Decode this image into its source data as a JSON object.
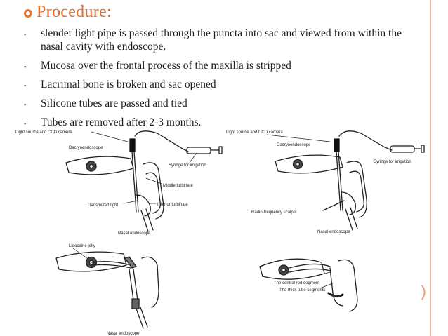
{
  "slide": {
    "heading": "Procedure:",
    "bullets": [
      "slender light pipe is passed through the puncta into sac and viewed from within the nasal cavity with endoscope.",
      "Mucosa over the frontal process of the maxilla is stripped",
      "Lacrimal bone is broken and sac opened",
      "Silicone tubes are passed and tied",
      "Tubes are removed after 2-3 months."
    ],
    "bullet_glyph": "▪",
    "accent_color": "#e36c2a",
    "rule_color": "#f1b9a8"
  },
  "figure": {
    "panel1": {
      "light_source": "Light source and CCD camera",
      "dacryoendoscope": "Dacryoendoscope",
      "syringe": "Syringe for irrigation",
      "middle_turbinate": "Middle turbinate",
      "transmitted_light": "Transmitted light",
      "inferior_turbinate": "Inferior turbinate",
      "nasal_endoscope": "Nasal endoscope"
    },
    "panel2": {
      "light_source": "Light source and CCD camera",
      "dacryoendoscope": "Dacryoendoscope",
      "syringe": "Syringe for irrigation",
      "radio_scalpel": "Radio-frequency scalpel",
      "nasal_endoscope": "Nasal endoscope"
    },
    "panel3": {
      "lidocaine": "Lidocaine jelly",
      "nasal_endoscope": "Nasal endoscope"
    },
    "panel4": {
      "central_rod": "The central rod segment",
      "thick_tube": "The thick tube segments"
    }
  }
}
